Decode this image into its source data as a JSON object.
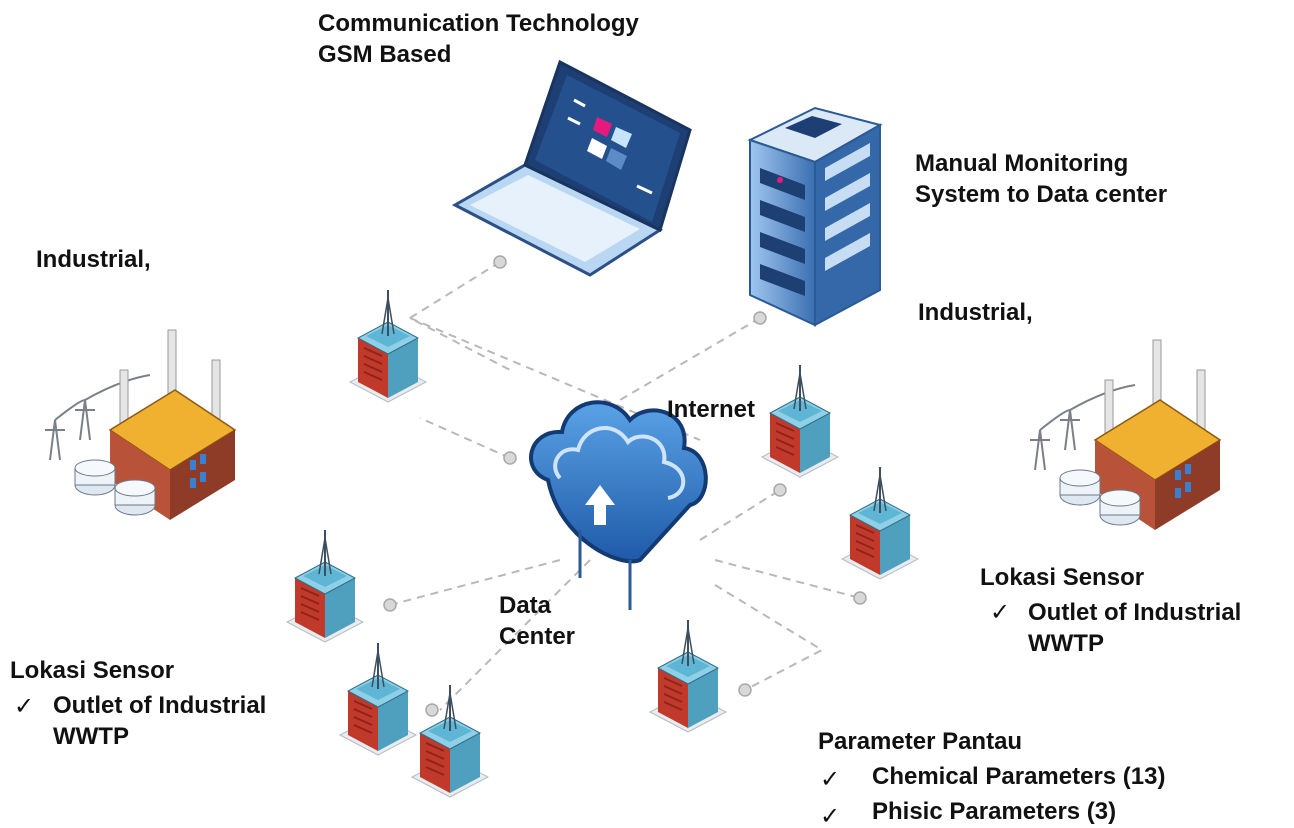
{
  "labels": {
    "comm_line1": "Communication Technology",
    "comm_line2": "GSM Based",
    "manual_line1": "Manual Monitoring",
    "manual_line2": "System to Data center",
    "industrial_left": "Industrial,",
    "industrial_right": "Industrial,",
    "internet": "Internet",
    "datacenter_line1": "Data",
    "datacenter_line2": "Center"
  },
  "sensor_left": {
    "title": "Lokasi Sensor",
    "item_line1": "Outlet of Industrial",
    "item_line2": "WWTP"
  },
  "sensor_right": {
    "title": "Lokasi Sensor",
    "item_line1": "Outlet of Industrial",
    "item_line2": "WWTP"
  },
  "parameters": {
    "title": "Parameter Pantau",
    "items": [
      "Chemical Parameters (13)",
      "Phisic Parameters (3)"
    ]
  },
  "check_glyph": "✓",
  "colors": {
    "laptop_body": "#cfe4f7",
    "laptop_screen": "#1d3f73",
    "server_body": "#2d5d9c",
    "cloud": "#3a7bc8",
    "brick": "#b8533a",
    "roof": "#f0b030",
    "tower_teal": "#4f9fbf",
    "tower_red": "#c0392b",
    "dashed_line": "#b5b5b5"
  }
}
